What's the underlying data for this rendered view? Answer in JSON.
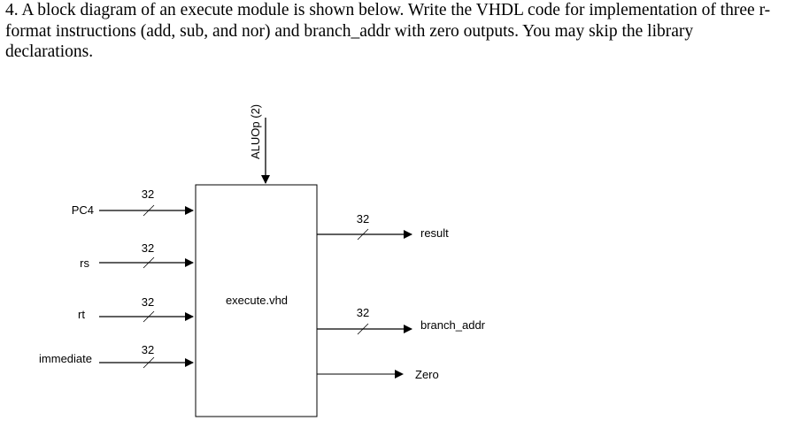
{
  "question": {
    "text": "4. A block diagram of an execute module is shown below. Write the VHDL code for implementation of three r-format instructions (add, sub, and nor) and branch_addr with zero outputs. You may skip the library declarations."
  },
  "block": {
    "label": "execute.vhd",
    "control_input": "ALUOp (2)"
  },
  "inputs": [
    {
      "name": "PC4",
      "width": "32"
    },
    {
      "name": "rs",
      "width": "32"
    },
    {
      "name": "rt",
      "width": "32"
    },
    {
      "name": "immediate",
      "width": "32"
    }
  ],
  "outputs": [
    {
      "name": "result",
      "width": "32"
    },
    {
      "name": "branch_addr",
      "width": "32"
    },
    {
      "name": "Zero",
      "width": ""
    }
  ]
}
